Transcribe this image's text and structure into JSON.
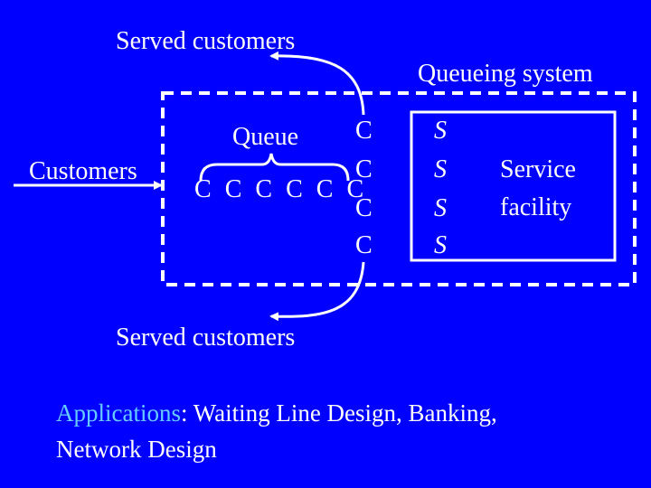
{
  "labels": {
    "served_top": "Served customers",
    "served_bottom": "Served customers",
    "queueing_system": "Queueing system",
    "queue": "Queue",
    "customers": "Customers",
    "service": "Service",
    "facility": "facility"
  },
  "queue_letters": [
    "C",
    "C",
    "C",
    "C",
    "C",
    "C"
  ],
  "column_customers": [
    "C",
    "C",
    "C",
    "C"
  ],
  "servers": [
    "S",
    "S",
    "S",
    "S"
  ],
  "applications": {
    "label": "Applications",
    "colon": ":",
    "text_line1": " Waiting Line Design, Banking,",
    "text_line2": "Network Design"
  },
  "colors": {
    "background": "#0000FF",
    "foreground": "#FFFFFF",
    "accent": "#66CCFF"
  }
}
